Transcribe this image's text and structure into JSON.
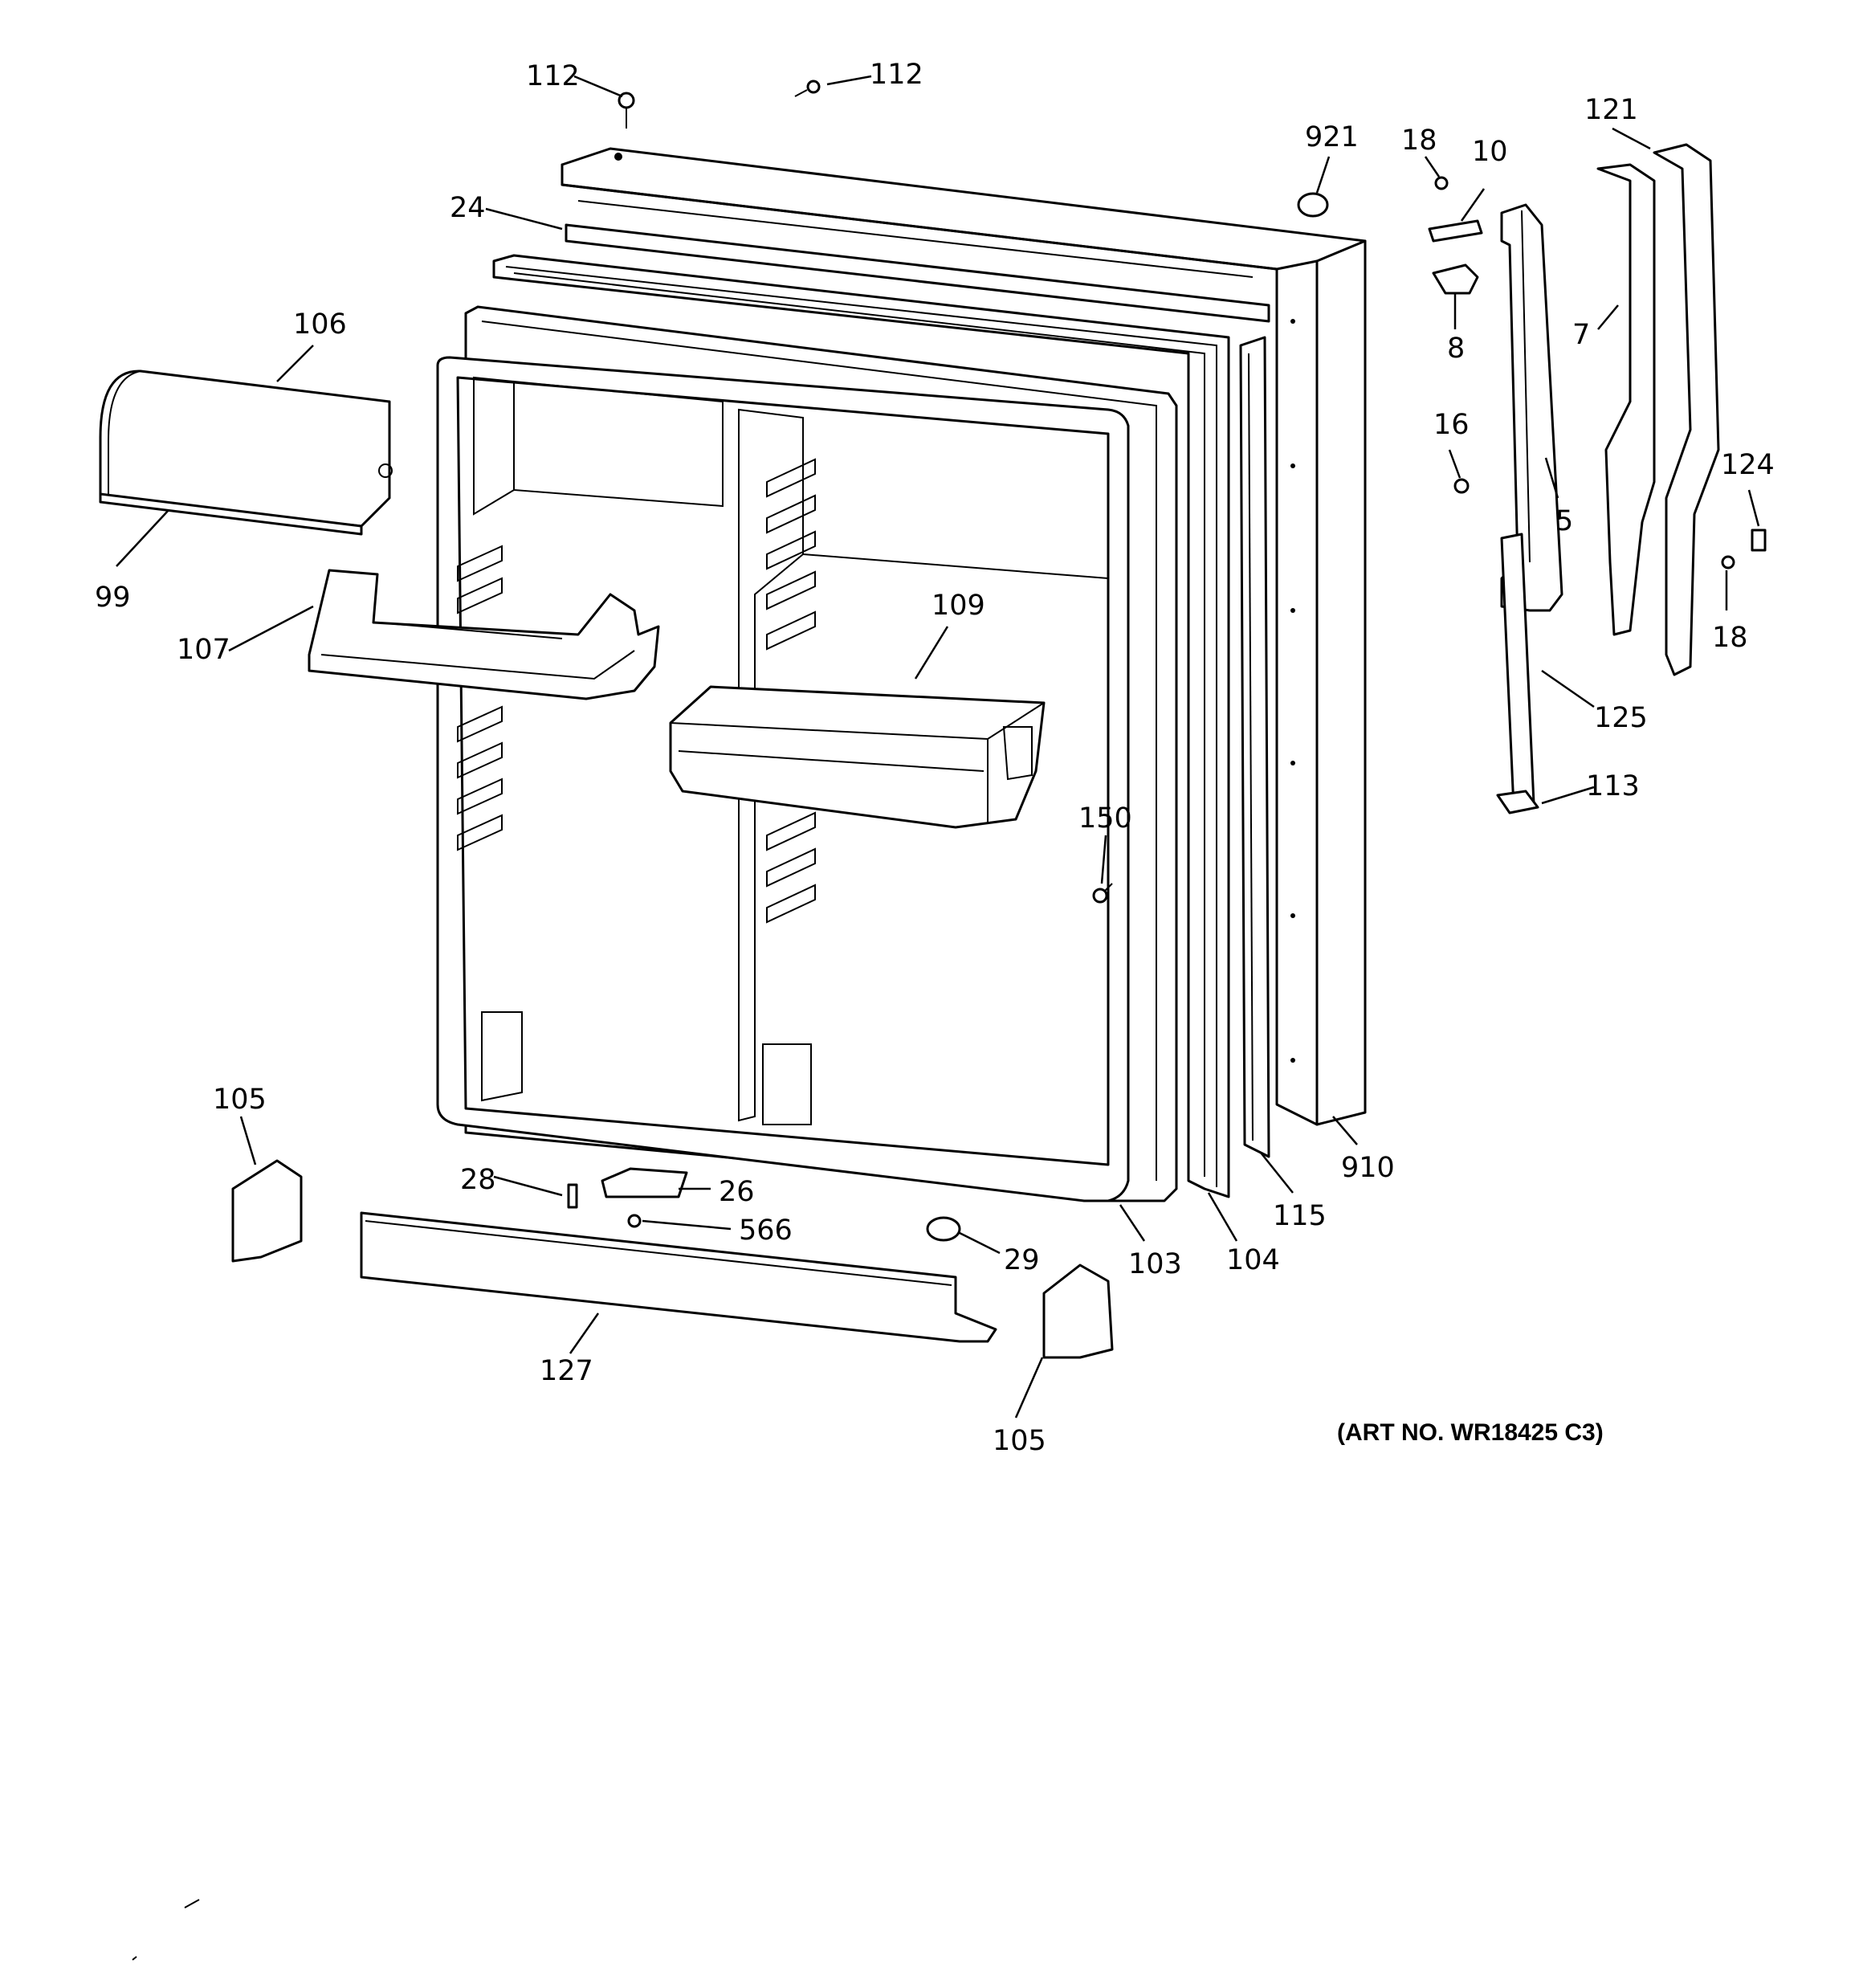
{
  "callouts": {
    "c112a": "112",
    "c112b": "112",
    "c921": "921",
    "c18a": "18",
    "c10": "10",
    "c121": "121",
    "c24": "24",
    "c8": "8",
    "c7": "7",
    "c106": "106",
    "c16": "16",
    "c124": "124",
    "c5": "5",
    "c99": "99",
    "c109": "109",
    "c18b": "18",
    "c107": "107",
    "c125": "125",
    "c113": "113",
    "c150": "150",
    "c105a": "105",
    "c910": "910",
    "c28": "28",
    "c26": "26",
    "c115": "115",
    "c566": "566",
    "c29": "29",
    "c103": "103",
    "c104": "104",
    "c127": "127",
    "c105b": "105"
  },
  "art_number": "(ART NO. WR18425 C3)"
}
